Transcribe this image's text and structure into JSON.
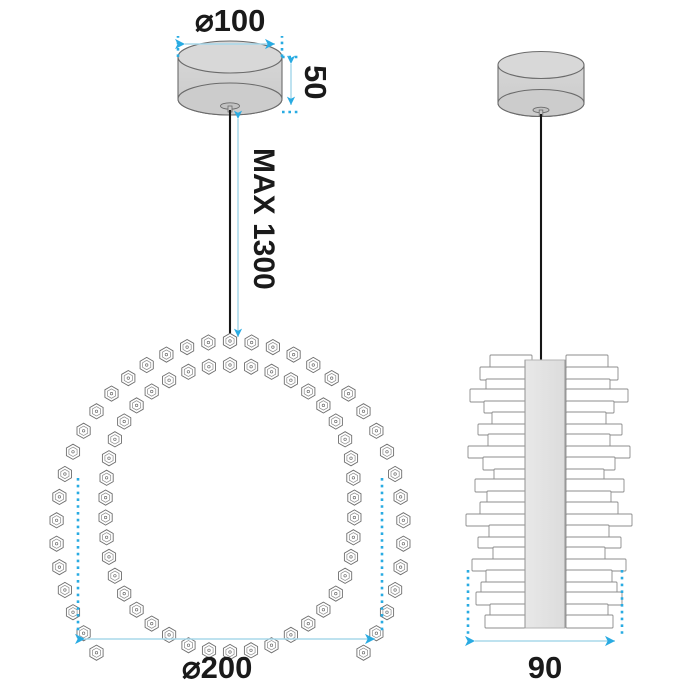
{
  "drawing": {
    "title": "Pendant lamp technical dimension drawing",
    "units": "mm",
    "background_color": "#ffffff",
    "dimension_color": "#29abe2",
    "dimension_line_color": "#a8d8ea",
    "outline_color": "#555555",
    "canopy_fill": "#d2d2d2",
    "canopy_fill_dark": "#c6c6c6",
    "cable_color": "#1a1a1a",
    "crystal_stroke": "#6e6e6e",
    "body_fill": "#e4e4e4"
  },
  "views": {
    "front": {
      "name": "front-view",
      "canopy_label": "canopy-cylinder",
      "ring_label": "crystal-ring"
    },
    "side": {
      "name": "side-view",
      "canopy_label": "canopy-cylinder",
      "body_label": "crystal-rod-body"
    }
  },
  "dimensions": {
    "canopy_diameter": {
      "symbol": "⌀",
      "value": "100",
      "full": "⌀100",
      "orientation": "horizontal",
      "name": "canopy-diameter-dimension"
    },
    "canopy_height": {
      "symbol": "",
      "value": "50",
      "full": "50",
      "orientation": "vertical",
      "name": "canopy-height-dimension"
    },
    "drop_length": {
      "symbol": "",
      "value": "MAX 1300",
      "full": "MAX 1300",
      "orientation": "vertical",
      "name": "max-drop-dimension"
    },
    "ring_diameter": {
      "symbol": "⌀",
      "value": "200",
      "full": "⌀200",
      "orientation": "horizontal",
      "name": "ring-diameter-dimension"
    },
    "side_width": {
      "symbol": "",
      "value": "90",
      "full": "90",
      "orientation": "horizontal",
      "name": "side-width-dimension"
    }
  }
}
